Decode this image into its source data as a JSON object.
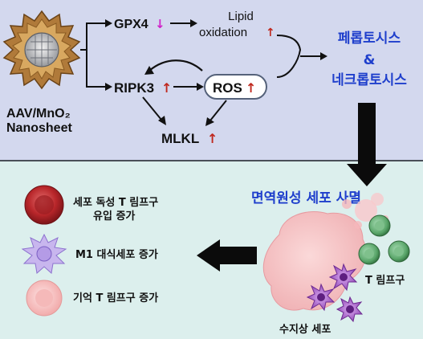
{
  "top_panel": {
    "bg": "#d3d8ee",
    "nanoparticle_label_line1": "AAV/MnO₂",
    "nanoparticle_label_line2": "Nanosheet",
    "gpx4": "GPX4",
    "gpx4_arrow": "↓",
    "lipid_line1": "Lipid",
    "lipid_line2": "oxidation",
    "lipid_arrow": "↑",
    "ripk3": "RIPK3",
    "ripk3_arrow": "↑",
    "ros": "ROS",
    "ros_arrow": "↑",
    "mlkl": "MLKL",
    "mlkl_arrow": "↑",
    "outcome_line1": "페롭토시스",
    "outcome_line2": "&",
    "outcome_line3": "네크롭토시스"
  },
  "bottom_panel": {
    "bg": "#dcefed",
    "title": "면역원성 세포 사멸",
    "legend": [
      {
        "icon": "red-blood-cell-icon",
        "line1": "세포 독성 T 림프구",
        "line2": "유입 증가"
      },
      {
        "icon": "macrophage-icon",
        "line1": "M1 대식세포 증가",
        "line2": ""
      },
      {
        "icon": "pink-cell-icon",
        "line1": "기억 T 림프구 증가",
        "line2": ""
      }
    ],
    "t_cell_label": "T 림프구",
    "dendritic_label": "수지상 세포"
  },
  "colors": {
    "accent_blue": "#1f3fcc",
    "up_red": "#c0281e",
    "down_magenta": "#d020c8",
    "border_dark": "#4a4f58"
  }
}
